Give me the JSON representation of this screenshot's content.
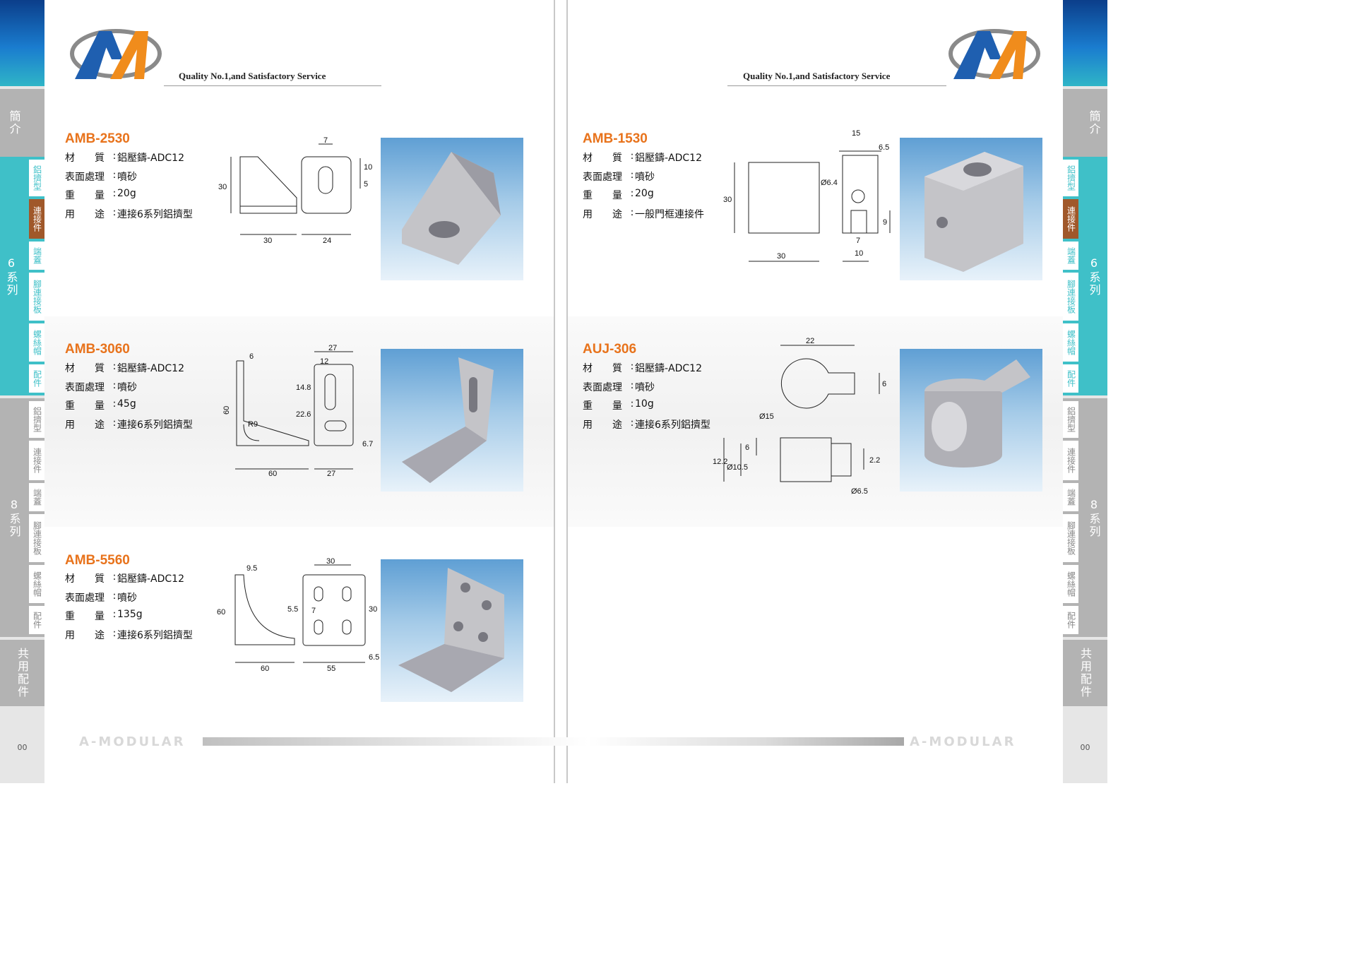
{
  "header": {
    "tagline": "Quality No.1,and Satisfactory Service"
  },
  "brand": {
    "logo_letters": "AM",
    "footer_name": "A-MODULAR",
    "colors": {
      "blue": "#1f5fb0",
      "orange": "#f08c1c",
      "teal": "#3fc0c8",
      "brown": "#a0582a"
    }
  },
  "side_nav": {
    "intro": "簡介",
    "series6": {
      "label": "6系列",
      "items": [
        "鋁擠型",
        "連接件",
        "端蓋",
        "腳連接板",
        "螺絲帽",
        "配件"
      ],
      "active": "連接件"
    },
    "series8": {
      "label": "8系列",
      "items": [
        "鋁擠型",
        "連接件",
        "端蓋",
        "腳連接板",
        "螺絲帽",
        "配件"
      ]
    },
    "common": "共用配件",
    "page_left": "00",
    "page_right": "00"
  },
  "spec_labels": {
    "material": "材　　質",
    "surface": "表面處理",
    "weight": "重　　量",
    "usage": "用　　途"
  },
  "products": [
    {
      "name": "AMB-2530",
      "material": "鋁壓鑄-ADC12",
      "surface": "噴砂",
      "weight": "20g",
      "usage": "連接6系列鋁擠型",
      "dims": {
        "side_h": "30",
        "side_w": "30",
        "front_w": "24",
        "slot_top": "7",
        "slot_h": "10",
        "slot_b": "5"
      }
    },
    {
      "name": "AMB-3060",
      "material": "鋁壓鑄-ADC12",
      "surface": "噴砂",
      "weight": "45g",
      "usage": "連接6系列鋁擠型",
      "dims": {
        "thick": "6",
        "side_h": "60",
        "radius": "R9",
        "side_w": "60",
        "front_w": "27",
        "slot_w": "12",
        "slot_h1": "14.8",
        "slot_h2": "22.6",
        "base": "6.7"
      }
    },
    {
      "name": "AMB-5560",
      "material": "鋁壓鑄-ADC12",
      "surface": "噴砂",
      "weight": "135g",
      "usage": "連接6系列鋁擠型",
      "dims": {
        "thick": "9.5",
        "side_h": "60",
        "side_w": "60",
        "front_w": "55",
        "top_w": "30",
        "hole_a": "5.5",
        "hole_b": "7",
        "hole_c": "30",
        "base": "6.5"
      }
    },
    {
      "name": "AMB-1530",
      "material": "鋁壓鑄-ADC12",
      "surface": "噴砂",
      "weight": "20g",
      "usage": "一般門框連接件",
      "dims": {
        "top_w": "15",
        "top_off": "6.5",
        "hole": "Ø6.4",
        "side_h": "30",
        "side_w": "30",
        "slot_h": "9",
        "slot_w": "7",
        "base_w": "10"
      }
    },
    {
      "name": "AUJ-306",
      "material": "鋁壓鑄-ADC12",
      "surface": "噴砂",
      "weight": "10g",
      "usage": "連接6系列鋁擠型",
      "dims": {
        "len": "22",
        "tab_h": "6",
        "dia": "Ø15",
        "h": "12.2",
        "d2": "Ø10.5",
        "d3": "6",
        "d4": "2.2",
        "d5": "Ø6.5"
      }
    }
  ]
}
